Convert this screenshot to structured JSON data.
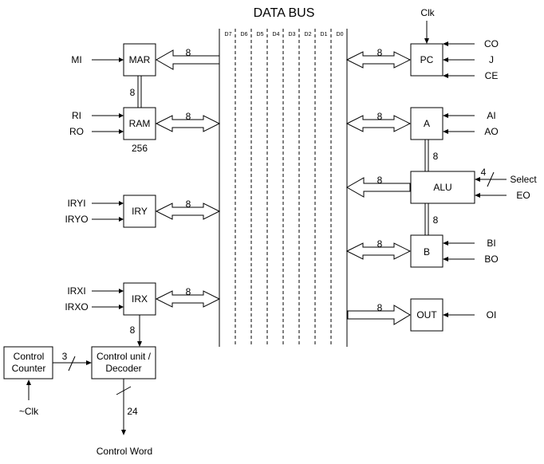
{
  "title": "DATA BUS",
  "bus_bits": [
    "D7",
    "D6",
    "D5",
    "D4",
    "D3",
    "D2",
    "D1",
    "D0"
  ],
  "blocks": {
    "mar": "MAR",
    "ram": "RAM",
    "ram_size": "256",
    "iry": "IRY",
    "irx": "IRX",
    "pc": "PC",
    "a": "A",
    "alu": "ALU",
    "b": "B",
    "out": "OUT",
    "control_counter_1": "Control",
    "control_counter_2": "Counter",
    "control_unit_1": "Control unit /",
    "control_unit_2": "Decoder"
  },
  "signals": {
    "mi": "MI",
    "ri": "RI",
    "ro": "RO",
    "iryi": "IRYI",
    "iryo": "IRYO",
    "irxi": "IRXI",
    "irxo": "IRXO",
    "clk": "Clk",
    "co": "CO",
    "j": "J",
    "ce": "CE",
    "ai": "AI",
    "ao": "AO",
    "select": "Select",
    "eo": "EO",
    "bi": "BI",
    "bo": "BO",
    "oi": "OI",
    "nclk": "~Clk",
    "control_word": "Control Word"
  },
  "widths": {
    "mar_bus": "8",
    "mar_ram": "8",
    "ram_bus": "8",
    "iry_bus": "8",
    "irx_bus": "8",
    "irx_cu": "8",
    "pc_bus": "8",
    "a_bus": "8",
    "a_alu": "8",
    "alu_bus": "8",
    "alu_b": "8",
    "b_bus": "8",
    "out_bus": "8",
    "select_bits": "4",
    "counter_cu": "3",
    "control_word": "24"
  }
}
